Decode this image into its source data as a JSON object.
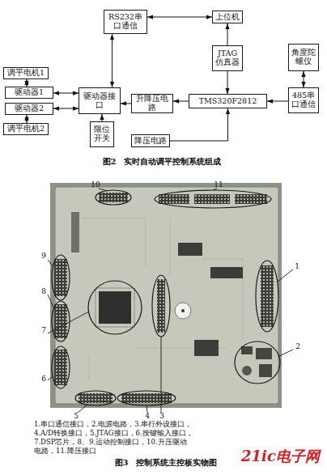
{
  "diagram": {
    "nodes": [
      {
        "text": [
          "RS232串口通信"
        ]
      },
      {
        "text": [
          "上位机"
        ]
      },
      {
        "text": [
          "JTAG仿真器"
        ]
      },
      {
        "text": [
          "角度陀螺仪"
        ]
      },
      {
        "text": [
          "调平电机1"
        ]
      },
      {
        "text": [
          "驱动器1"
        ]
      },
      {
        "text": [
          "驱动器接口"
        ]
      },
      {
        "text": [
          "升降压电路"
        ]
      },
      {
        "text": [
          "TMS320F2812"
        ]
      },
      {
        "text": [
          "485串口通信"
        ]
      },
      {
        "text": [
          "驱动器2"
        ]
      },
      {
        "text": [
          "限位开关"
        ]
      },
      {
        "text": [
          "降压电路"
        ]
      },
      {
        "text": [
          "调平电机2"
        ]
      }
    ],
    "edges": [
      {
        "from": 0,
        "to": 1,
        "arrow": "both"
      },
      {
        "from": 0,
        "to": 6,
        "arrow": "both"
      },
      {
        "from": 2,
        "to": 1,
        "arrow": "to"
      },
      {
        "from": 2,
        "to": 8,
        "arrow": "to"
      },
      {
        "from": 3,
        "to": 9,
        "arrow": "both"
      },
      {
        "from": 9,
        "to": 8,
        "arrow": "to"
      },
      {
        "from": 4,
        "to": 5,
        "arrow": "both"
      },
      {
        "from": 5,
        "to": 6,
        "arrow": "both"
      },
      {
        "from": 10,
        "to": 6,
        "arrow": "both"
      },
      {
        "from": 10,
        "to": 13,
        "arrow": "both"
      },
      {
        "from": 7,
        "to": 6,
        "arrow": "to"
      },
      {
        "from": 8,
        "to": 7,
        "arrow": "to"
      },
      {
        "from": 11,
        "to": 6,
        "arrow": "to"
      },
      {
        "from": 12,
        "to": 8,
        "arrow": "to"
      }
    ],
    "labels": [
      "图2　实时自动调平控制系统组成",
      "10",
      "11",
      "9",
      "1",
      "2",
      "8",
      "7",
      "6",
      "3",
      "5",
      "4",
      "1.串口通信接口，2.电源电路，3.串行外设接口，",
      "4.A/D转换接口，5.JTAG接口，6.按键输入接口，",
      "7.DSP芯片，8、9.运动控制接口，10.升压驱动",
      "电路，11.降压接口",
      "图3　控制系统主控板实物图",
      "21ic电子网"
    ]
  }
}
